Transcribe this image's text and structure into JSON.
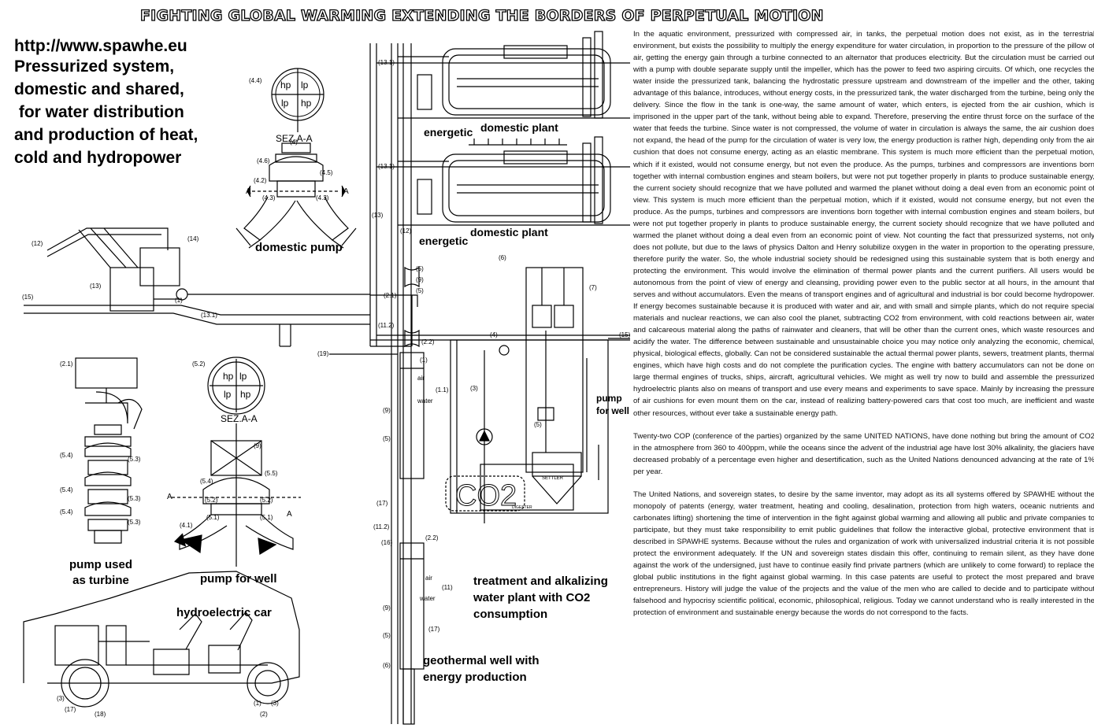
{
  "title": "FIGHTING GLOBAL WARMING EXTENDING THE BORDERS OF PERPETUAL MOTION",
  "header": {
    "url": "http://www.spawhe.eu",
    "lines": [
      "Pressurized system,",
      "domestic and shared,",
      " for water distribution",
      "and production of heat,",
      "cold and hydropower"
    ]
  },
  "labels": {
    "domestic_pump": "domestic pump",
    "pump_as_turbine": [
      "pump used",
      "as turbine"
    ],
    "pump_for_well": "pump for well",
    "hydroelectric_car": "hydroelectric car",
    "energetic_top": "energetic",
    "domestic_plant_top": "domestic plant",
    "energetic_bottom": "energetic",
    "domestic_plant_bottom": "domestic plant",
    "pump_for_well_right": [
      "pump",
      "for well"
    ],
    "treatment": [
      "treatment and alkalizing",
      "water plant with CO2",
      "consumption"
    ],
    "geothermal": [
      "geothermal well with",
      "energy production"
    ]
  },
  "diagram_text": {
    "sez_1": "SEZ.A-A",
    "sez_2": "SEZ.A-A",
    "hp": "hp",
    "lp": "lp",
    "air": "air",
    "water": "water",
    "co2": "CO2",
    "settler": "SETTLER",
    "digester": "DIGESTER",
    "A": "A",
    "callouts": [
      "(4.4)",
      "(4)",
      "(4.6)",
      "(4.5)",
      "(4.2)",
      "(4.3)",
      "(4.3)",
      "(12)",
      "(14)",
      "(13)",
      "(15)",
      "(1)",
      "(13.1)",
      "(13.1)",
      "(13.1)",
      "(13)",
      "(12)",
      "(2.1)",
      "(5.2)",
      "(5.4)",
      "(5.3)",
      "(5.4)",
      "(5.3)",
      "(5.4)",
      "(5.3)",
      "(9)",
      "(5.4)",
      "(5.5)",
      "(5.2)",
      "(5.1)",
      "(5.2)",
      "(4.1)",
      "(5.1)",
      "(5)",
      "(9)",
      "(5)",
      "(2.1)",
      "(11.2)",
      "(2.2)",
      "(1)",
      "(19)",
      "(1.1)",
      "(9)",
      "(5)",
      "(17)",
      "(11.2)",
      "(16)",
      "(2.2)",
      "(11)",
      "(9)",
      "(5)",
      "(17)",
      "(6)",
      "(6)",
      "(7)",
      "(4)",
      "(15)",
      "(3)",
      "(5)",
      "(3)",
      "(17)",
      "(18)",
      "(1)",
      "(2)",
      "(3)"
    ]
  },
  "body_text": [
    "In the aquatic environment, pressurized with compressed air, in tanks, the perpetual motion does not exist, as in the terrestrial environment, but exists the possibility to multiply the energy expenditure for water circulation, in proportion to the pressure of the pillow of air, getting the energy gain through a turbine connected to an alternator that produces electricity. But the circulation must be carried out with a pump with double separate supply until the impeller, which has the power to feed two aspiring circuits. Of which, one recycles the water inside the pressurized tank, balancing the hydrostatic pressure upstream and downstream of the impeller and the other, taking advantage of this balance, introduces, without energy costs, in the pressurized tank, the water discharged from the turbine, being only the delivery. Since the flow in the tank is one-way, the same amount of water, which enters, is ejected from the air cushion, which is imprisoned in the upper part of the tank, without being able to expand. Therefore, preserving the entire thrust force on the surface of the water that feeds the turbine. Since water is not compressed, the volume of water in circulation is always the same, the air cushion does not expand, the head of the pump for the circulation of water is very low, the energy production is rather high, depending only from the air cushion that does not consume energy, acting as an elastic membrane. This system is much more efficient than the perpetual motion, which if it existed, would not consume energy, but not even the produce. As the pumps, turbines and compressors are inventions born together with internal combustion engines and steam boilers, but were not put together properly in plants to produce sustainable energy, the current society should recognize that we have polluted and warmed the planet without doing a deal even from an economic point of view. This system is much more efficient than the perpetual motion, which if it existed, would not consume energy, but not even the produce. As the pumps, turbines and compressors are inventions born together with internal combustion engines and steam boilers, but were not put together properly in plants to produce sustainable energy, the current society should recognize that we have polluted and warmed the planet without doing a deal even from an economic point of view. Not counting the fact that pressurized systems, not only does not pollute, but due to the laws of physics Dalton and Henry solubilize oxygen in the water in proportion to the operating pressure, therefore purify the water. So, the whole industrial society should be redesigned using this sustainable system that is both energy and protecting the environment. This would involve the elimination of thermal power plants and the current purifiers. All users would be autonomous from the point of view of energy and cleansing, providing power even to the public sector at all hours, in the amount that serves and without accumulators. Even the means of transport engines and of agricultural and industrial is bor could become hydropower. If energy becomes sustainable because it is produced with water and air, and with small and simple plants, which do not require special materials and nuclear reactions, we can also cool the planet, subtracting CO2 from environment, with cold reactions between air, water and calcareous material along the paths of rainwater and cleaners, that will be other than the current ones, which waste resources and acidify the water. The difference between sustainable and unsustainable choice you may notice only analyzing the economic, chemical, physical, biological effects, globally. Can not be considered sustainable the actual thermal power plants, sewers, treatment plants, thermal engines, which have high costs and do not complete the purification cycles. The engine with battery accumulators can not be done on large thermal engines of trucks, ships, aircraft, agricultural vehicles. We might as well try now to build and assemble the pressurized hydroelectric plants also on means of transport and use every means and experiments to save space. Mainly by increasing the pressure of air cushions for even mount them on the car, instead of realizing battery-powered cars that cost too much, are inefficient and waste other resources, without ever take a sustainable energy path.",
    "Twenty-two COP (conference of the parties) organized by the same UNITED NATIONS, have done nothing but bring the amount of CO2 in the atmosphere from 360 to 400ppm, while the oceans since the advent of the industrial age have lost 30% alkalinity, the glaciers have decreased probably of a percentage even higher and desertification, such as the United Nations denounced advancing at the rate of 1% per year.",
    "The United Nations, and sovereign states, to desire by the same inventor, may adopt as its all systems offered by SPAWHE without the monopoly of patents (energy, water treatment, heating and cooling, desalination, protection from high waters, oceanic nutrients and carbonates lifting) shortening the time of intervention in the fight against global warming and allowing all public and private companies to participate, but they must take responsibility to emit public guidelines that follow the interactive global, protective environment that is described in SPAWHE systems. Because without the rules and organization of work with universalized industrial criteria it is not possible protect the environment adequately. If the UN and sovereign states disdain this offer, continuing to remain silent, as they have done against the work of the undersigned, just have to continue easily find private partners (which are unlikely to come forward) to replace the global public institutions in the fight against global warming. In this case patents are useful to protect the most prepared and brave entrepreneurs. History will judge the value of the projects and the value of the men who are called to decide and to participate without falsehood and hypocrisy scientific political, economic, philosophical, religious. Today we cannot understand who is really interested in the protection of environment and sustainable energy because the words do not correspond to the facts."
  ]
}
